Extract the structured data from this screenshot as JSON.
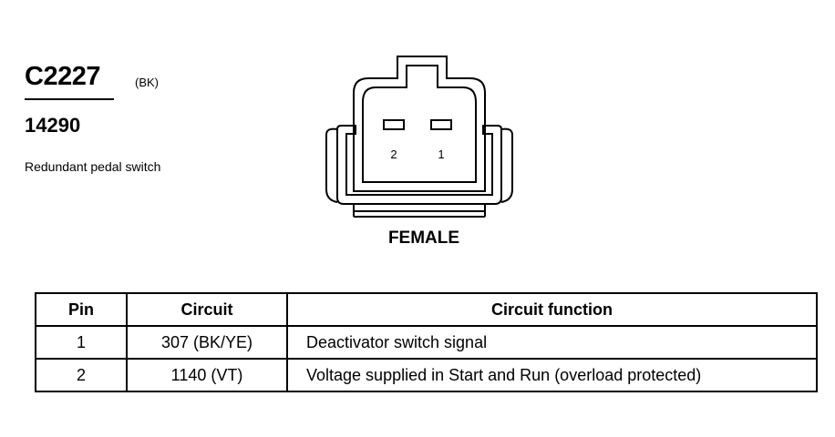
{
  "connector": {
    "id": "C2227",
    "color_code": "(BK)",
    "part_number": "14290",
    "description": "Redundant pedal switch",
    "gender": "FEMALE",
    "pin_labels": [
      "2",
      "1"
    ]
  },
  "table": {
    "headers": [
      "Pin",
      "Circuit",
      "Circuit function"
    ],
    "rows": [
      {
        "pin": "1",
        "circuit": "307 (BK/YE)",
        "function": "Deactivator switch signal"
      },
      {
        "pin": "2",
        "circuit": "1140 (VT)",
        "function": "Voltage supplied in Start and Run (overload protected)"
      }
    ]
  }
}
